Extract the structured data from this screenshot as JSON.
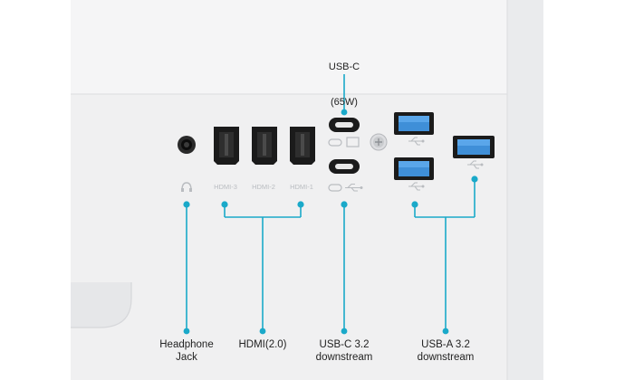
{
  "top_callout": {
    "line1": "USB-C",
    "line2": "(65W)"
  },
  "port_markings": {
    "hdmi": [
      "HDMI-3",
      "HDMI-2",
      "HDMI-1"
    ]
  },
  "callouts": [
    {
      "line1": "Headphone",
      "line2": "Jack"
    },
    {
      "line1": "HDMI(2.0)",
      "line2": ""
    },
    {
      "line1": "USB-C 3.2",
      "line2": "downstream"
    },
    {
      "line1": "USB-A 3.2",
      "line2": "downstream"
    }
  ],
  "colors": {
    "accent": "#1aa9c9",
    "panel": "#f0f0f1",
    "panel_shadow": "#e2e3e5",
    "port_dark": "#1b1b1b",
    "usb_blue": "#3f8fd8",
    "marking": "#b9bcc0"
  },
  "icons": [
    "headphone-icon",
    "usb-c-pd-icon",
    "thunder-display-icon",
    "usb-symbol-icon",
    "ground-screw-icon"
  ]
}
